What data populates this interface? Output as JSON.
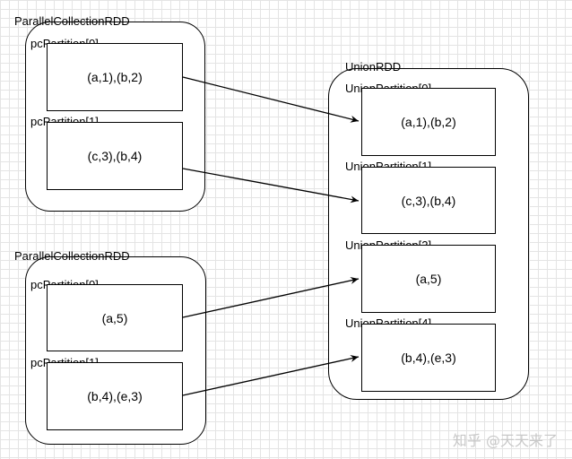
{
  "left_top": {
    "title": "ParallelCollectionRDD",
    "partitions": [
      {
        "label": "pcPartition[0]",
        "content": "(a,1),(b,2)"
      },
      {
        "label": "pcPartition[1]",
        "content": "(c,3),(b,4)"
      }
    ]
  },
  "left_bottom": {
    "title": "ParallelCollectionRDD",
    "partitions": [
      {
        "label": "pcPartition[0]",
        "content": "(a,5)"
      },
      {
        "label": "pcPartition[1]",
        "content": "(b,4),(e,3)"
      }
    ]
  },
  "union": {
    "title": "UnionRDD",
    "partitions": [
      {
        "label": "UnionPartition[0]",
        "content": "(a,1),(b,2)"
      },
      {
        "label": "UnionPartition[1]",
        "content": "(c,3),(b,4)"
      },
      {
        "label": "UnionPartition[2]",
        "content": "(a,5)"
      },
      {
        "label": "UnionPartition[4]",
        "content": "(b,4),(e,3)"
      }
    ]
  },
  "watermark": "知乎 @天天来了",
  "colors": {
    "stroke": "#000000",
    "grid": "#e4e4e4",
    "watermark": "#c8c8c8"
  }
}
